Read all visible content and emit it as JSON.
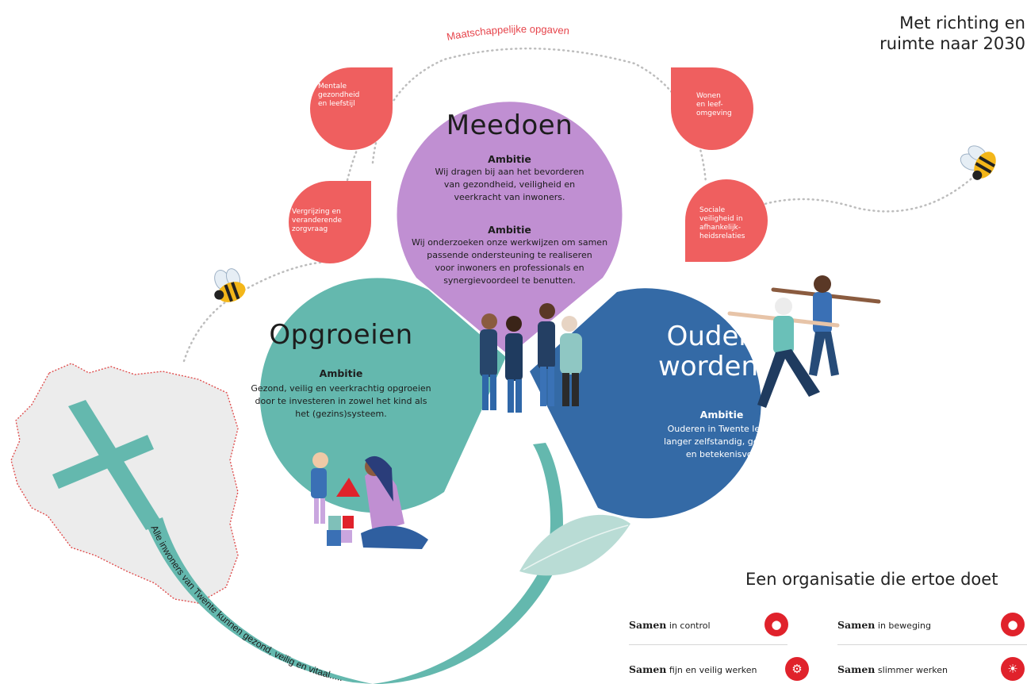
{
  "header": {
    "title_line1": "Met richting en",
    "title_line2": "ruimte naar 2030"
  },
  "arc_label": "Maatschappelijke opgaven",
  "opgaven": [
    {
      "lines": [
        "Mentale",
        "gezondheid",
        "en leefstijl"
      ]
    },
    {
      "lines": [
        "Vergrijzing en",
        "veranderende",
        "zorgvraag"
      ]
    },
    {
      "lines": [
        "Wonen",
        "en leef-",
        "omgeving"
      ]
    },
    {
      "lines": [
        "Sociale",
        "veiligheid in",
        "afhankelijk-",
        "heidsrelaties"
      ]
    }
  ],
  "petals": {
    "meedoen": {
      "title": "Meedoen",
      "ambitie1_heading": "Ambitie",
      "ambitie1_lines": [
        "Wij dragen bij aan het bevorderen",
        "van gezondheid, veiligheid en",
        "veerkracht van inwoners."
      ],
      "ambitie2_heading": "Ambitie",
      "ambitie2_lines": [
        "Wij onderzoeken onze werkwijzen om samen",
        "passende ondersteuning te realiseren",
        "voor inwoners en professionals en",
        "synergievoordeel te benutten."
      ]
    },
    "opgroeien": {
      "title": "Opgroeien",
      "ambitie_heading": "Ambitie",
      "ambitie_lines": [
        "Gezond, veilig en veerkrachtig opgroeien",
        "door te investeren in zowel het kind als",
        "het (gezins)systeem."
      ]
    },
    "ouder_worden": {
      "title_line1": "Ouder",
      "title_line2": "worden",
      "ambitie_heading": "Ambitie",
      "ambitie_lines": [
        "Ouderen in Twente leven",
        "langer zelfstandig, gezond",
        "en betekenisvol."
      ]
    }
  },
  "stem_label": "Alle inwoners van Twente kunnen gezond, veilig en vitaal.....",
  "organisatie": {
    "title": "Een organisatie die ertoe doet",
    "items": [
      {
        "bold": "Samen",
        "rest": " in control",
        "icon": "people-group-icon"
      },
      {
        "bold": "Samen",
        "rest": " in beweging",
        "icon": "people-moving-icon"
      },
      {
        "bold": "Samen",
        "rest": " fijn en veilig werken",
        "icon": "shield-gear-icon"
      },
      {
        "bold": "Samen",
        "rest": " slimmer werken",
        "icon": "lightbulb-gear-icon"
      }
    ]
  },
  "colors": {
    "meedoen": "#c08fd2",
    "opgroeien": "#64b8ae",
    "ouder_worden": "#346aa6",
    "opgaven": "#ef5f5f",
    "accent_red": "#e0222b",
    "stem": "#64b8ae"
  }
}
